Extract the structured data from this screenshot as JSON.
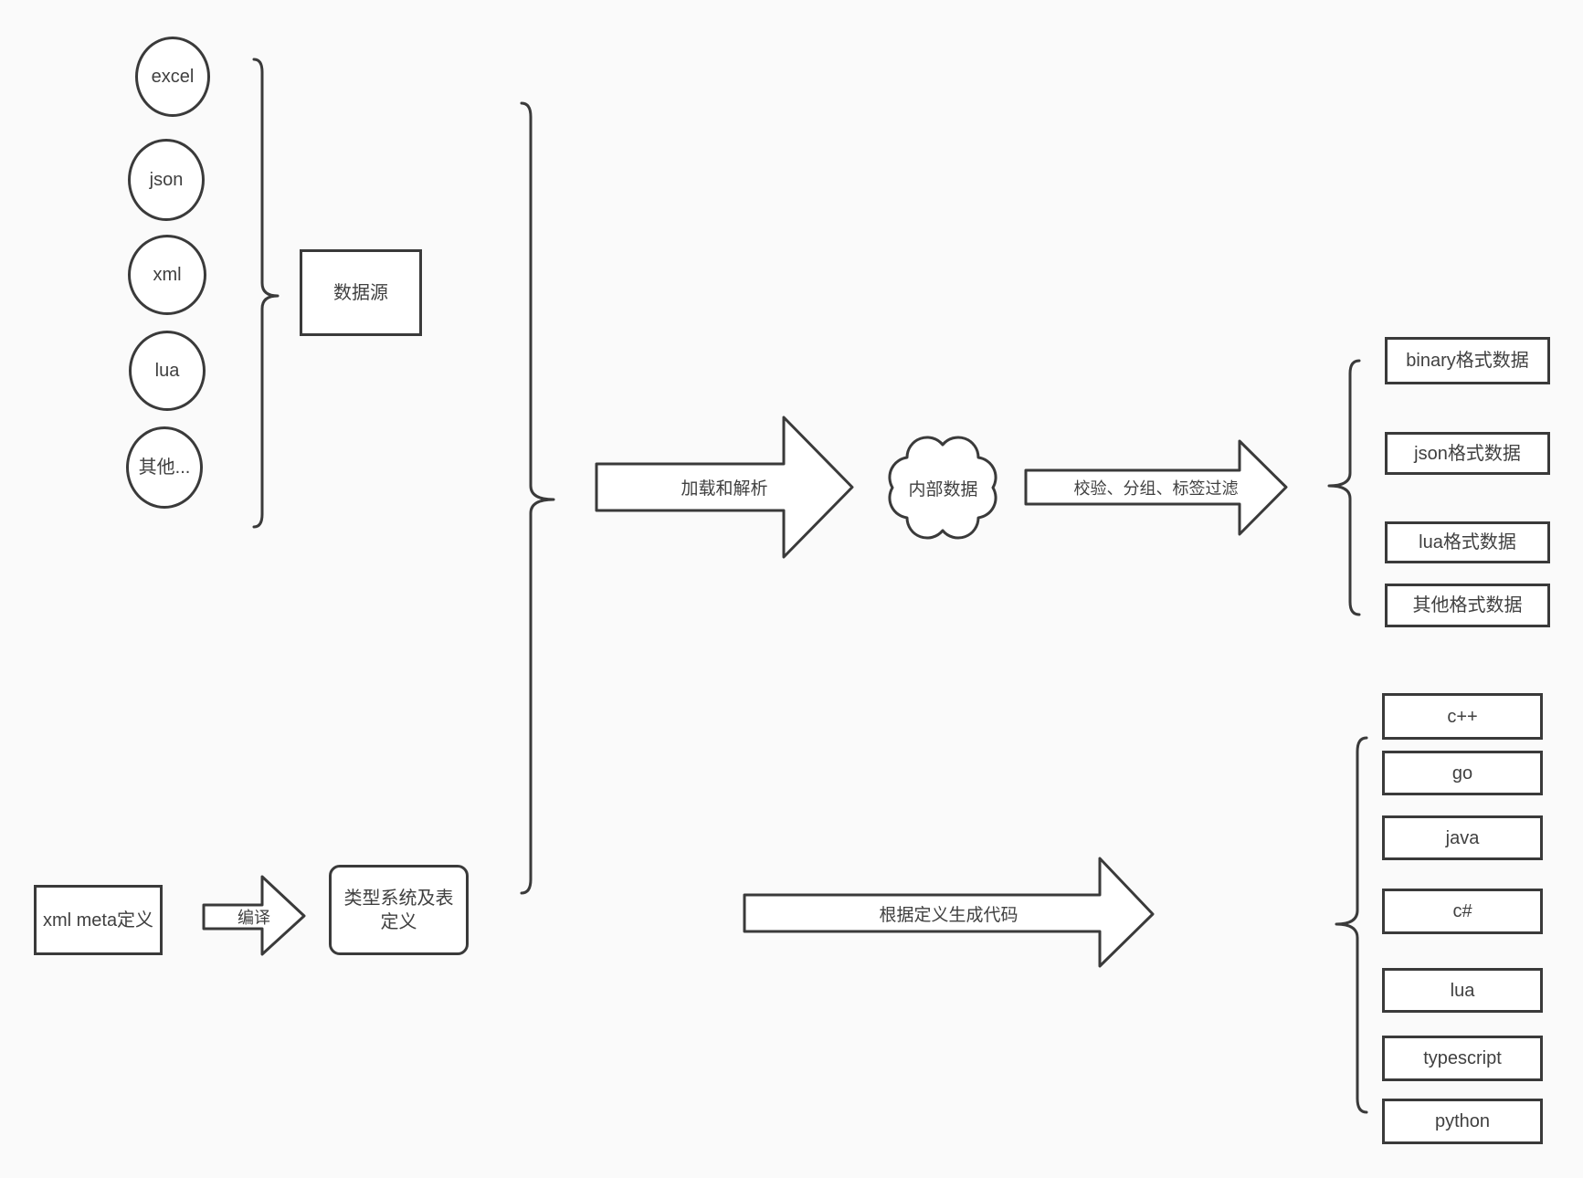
{
  "colors": {
    "background": "#fafafa",
    "stroke": "#3a3a3a",
    "shape_fill": "#ffffff",
    "text": "#404040"
  },
  "sources": {
    "items": [
      "excel",
      "json",
      "xml",
      "lua",
      "其他..."
    ],
    "group_box": "数据源"
  },
  "pipeline": {
    "load_arrow": "加载和解析",
    "internal_data": "内部数据",
    "filter_arrow": "校验、分组、标签过滤",
    "output_formats": [
      "binary格式数据",
      "json格式数据",
      "lua格式数据",
      "其他格式数据"
    ]
  },
  "codegen": {
    "xml_meta_box": "xml meta定义",
    "compile_arrow": "编译",
    "type_system_box": "类型系统及表定义",
    "generate_arrow": "根据定义生成代码",
    "languages": [
      "c++",
      "go",
      "java",
      "c#",
      "lua",
      "typescript",
      "python"
    ]
  }
}
